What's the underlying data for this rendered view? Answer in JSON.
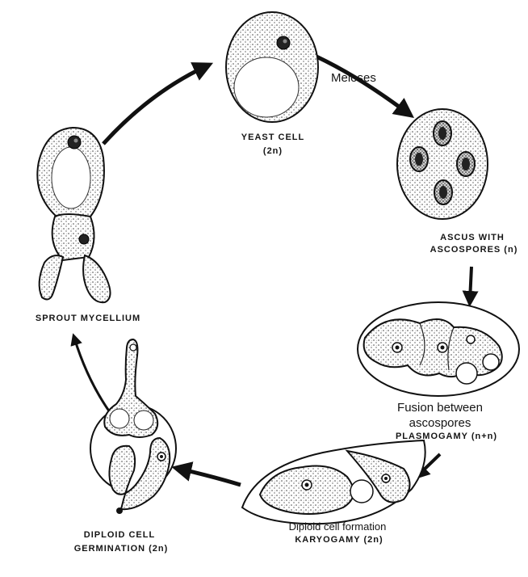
{
  "labels": {
    "yeast_cell": "YEAST CELL",
    "yeast_ploidy": "(2n)",
    "meiosis": "Meioses",
    "ascus_line1": "ASCUS WITH",
    "ascus_line2": "ASCOSPORES (n)",
    "fusion_line1": "Fusion between",
    "fusion_line2": "ascospores",
    "plasmogamy": "PLASMOGAMY (n+n)",
    "diploid_formation": "Diploid cell formation",
    "karyogamy": "KARYOGAMY (2n)",
    "germination_line1": "DIPLOID CELL",
    "germination_line2": "GERMINATION (2n)",
    "sprout": "SPROUT MYCELLIUM"
  },
  "stages": [
    "yeast-cell",
    "ascus-with-ascospores",
    "ascospore-fusion",
    "diploid-cell-formation",
    "diploid-cell-germination",
    "sprout-mycelium"
  ]
}
